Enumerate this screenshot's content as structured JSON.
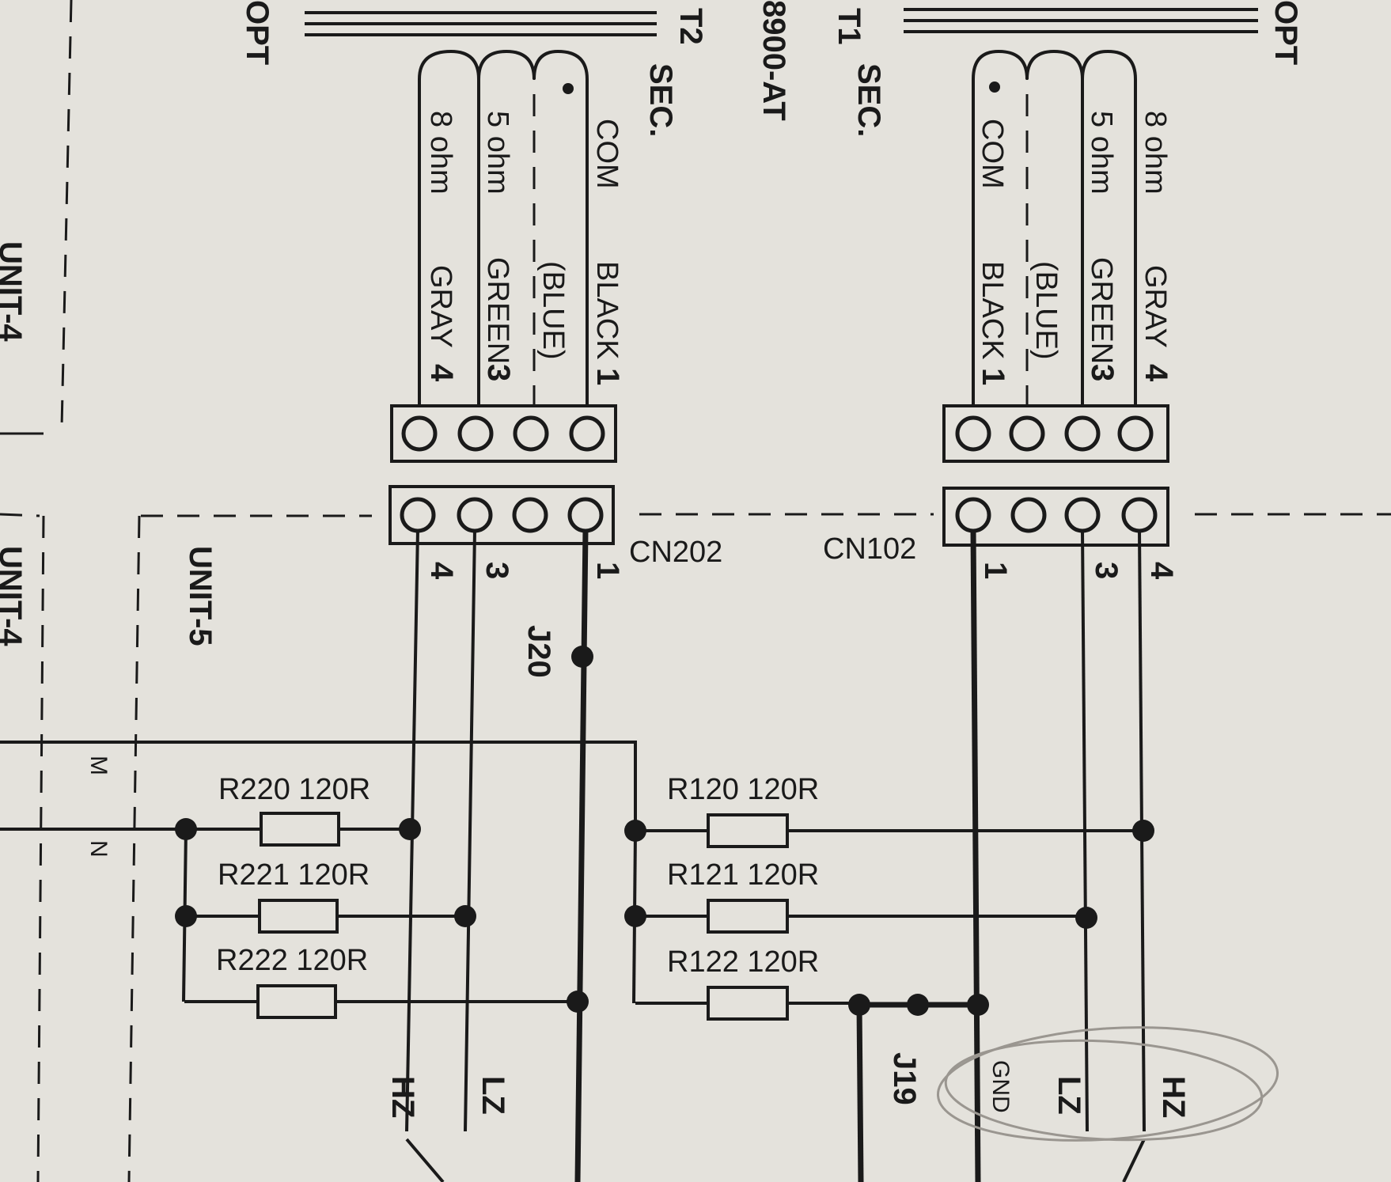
{
  "labels": {
    "opt_left": "OPT",
    "opt_right": "OPT",
    "t2": "T2",
    "t2_sec": "SEC.",
    "model": "8900-AT",
    "t1": "T1",
    "t1_sec": "SEC.",
    "unit_4": "UNIT-4",
    "unit_4b": "UNIT-4",
    "unit_5": "UNIT-5",
    "cn202": "CN202",
    "cn102": "CN102",
    "j20": "J20",
    "j19": "J19",
    "m": "M",
    "n": "N",
    "gnd": "GND"
  },
  "t2_windings": {
    "com": "COM",
    "ohm5": "5 ohm",
    "ohm8": "8 ohm",
    "black": "BLACK",
    "blue": "(BLUE)",
    "green": "GREEN",
    "gray": "GRAY",
    "pin1": "1",
    "pin3": "3",
    "pin4": "4"
  },
  "t1_windings": {
    "com": "COM",
    "ohm5": "5 ohm",
    "ohm8": "8 ohm",
    "black": "BLACK",
    "blue": "(BLUE)",
    "green": "GREEN",
    "gray": "GRAY",
    "pin1": "1",
    "pin3": "3",
    "pin4": "4"
  },
  "cn202_pins": {
    "p1": "1",
    "p3": "3",
    "p4": "4"
  },
  "cn102_pins": {
    "p1": "1",
    "p3": "3",
    "p4": "4"
  },
  "resistors": {
    "r220": "R220 120R",
    "r221": "R221 120R",
    "r222": "R222 120R",
    "r120": "R120 120R",
    "r121": "R121 120R",
    "r122": "R122 120R"
  },
  "outputs": {
    "hz_left": "HZ",
    "lz_left": "LZ",
    "hz_right": "HZ",
    "lz_right": "LZ"
  }
}
